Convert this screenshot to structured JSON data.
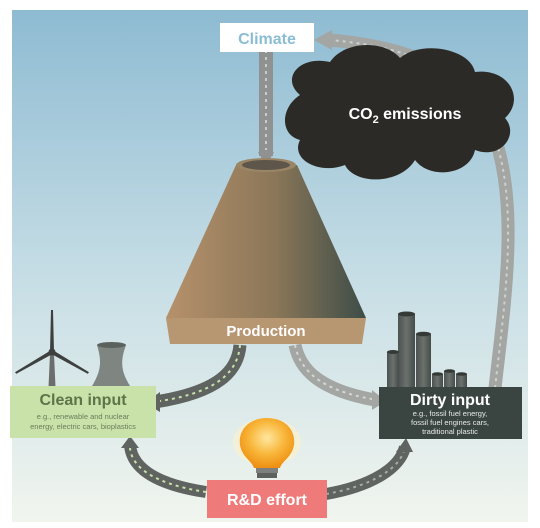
{
  "climate_label": "Climate",
  "emissions": {
    "prefix": "CO",
    "subscript": "2",
    "suffix": " emissions"
  },
  "production_label": "Production",
  "clean_input": {
    "title": "Clean input",
    "examples_line1": "e.g., renewable and nuclear",
    "examples_line2": "energy, electric cars, bioplastics"
  },
  "dirty_input": {
    "title": "Dirty input",
    "examples_line1": "e.g., fossil fuel energy,",
    "examples_line2": "fossil fuel engines cars,",
    "examples_line3": "traditional plastic"
  },
  "rd_label": "R&D effort",
  "colors": {
    "sky_top": "#8fbcd3",
    "sky_bottom": "#eef3ec",
    "climate_text": "#8bbdd3",
    "cloud": "#2b2a27",
    "cone_left": "#b08f6a",
    "cone_right": "#3f4f48",
    "production_base": "#b79672",
    "clean_box": "#c9e2aa",
    "clean_text": "#5c7448",
    "dirty_box": "#3a4440",
    "rd_box": "#ee7a7a",
    "arrow_gray": "#a5a7a5",
    "arrow_dark": "#5f6460",
    "bulb": "#f6a21e"
  },
  "icons": [
    "wind-turbine-icon",
    "cooling-tower-icon",
    "light-bulb-icon",
    "smokestacks-icon"
  ]
}
